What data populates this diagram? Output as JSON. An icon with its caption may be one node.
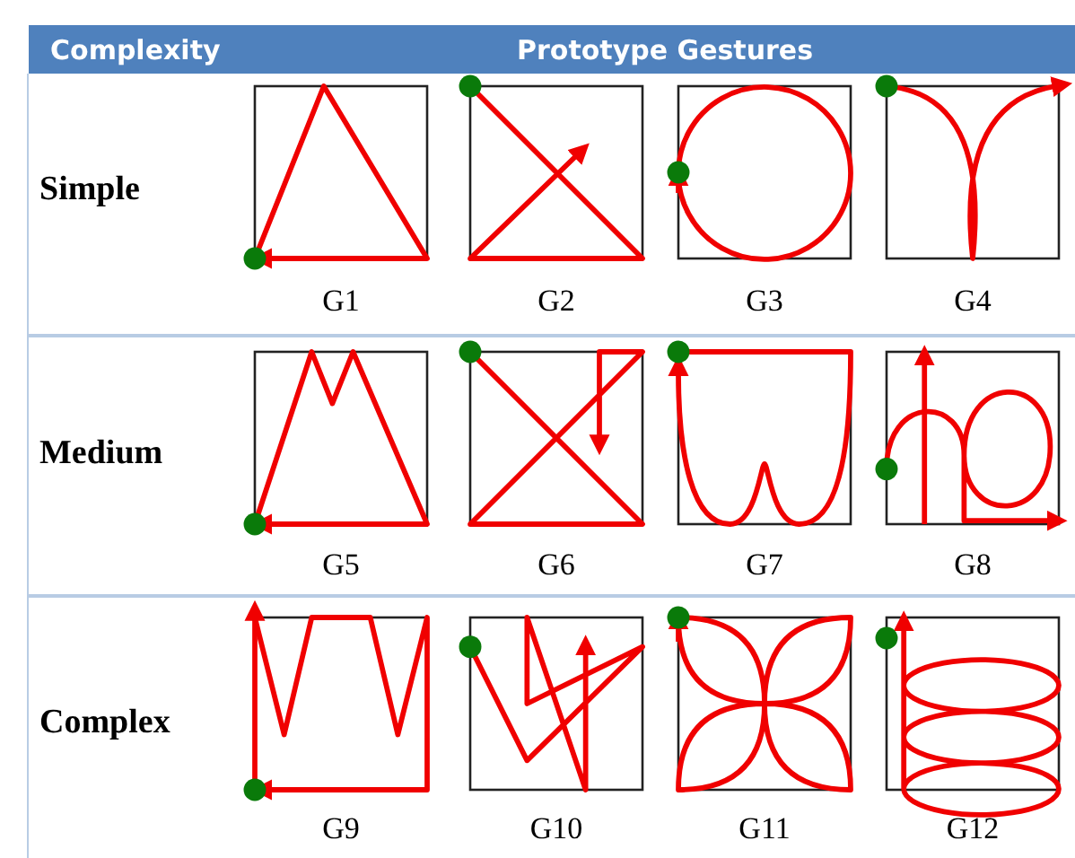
{
  "diagram": {
    "labels": [
      "Complexity",
      "Prototype Gestures",
      "Simple",
      "G1",
      "G2",
      "G3",
      "G4",
      "Medium",
      "G5",
      "G6",
      "G7",
      "G8",
      "Complex",
      "G9",
      "G10",
      "G11",
      "G12"
    ]
  }
}
